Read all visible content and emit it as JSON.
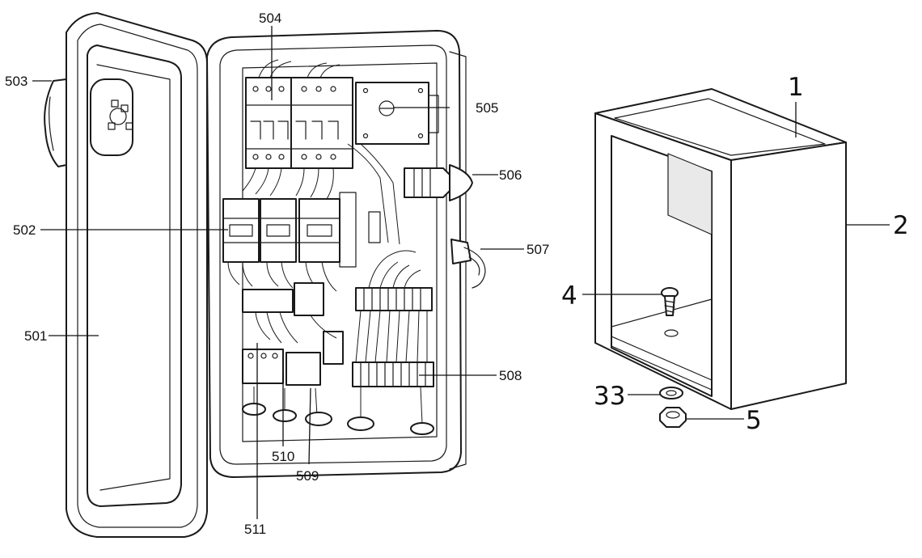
{
  "left_callouts": [
    "501",
    "502",
    "503",
    "504",
    "505",
    "506",
    "507",
    "508",
    "509",
    "510",
    "511"
  ],
  "right_callouts": [
    "1",
    "2",
    "4",
    "33",
    "5"
  ]
}
